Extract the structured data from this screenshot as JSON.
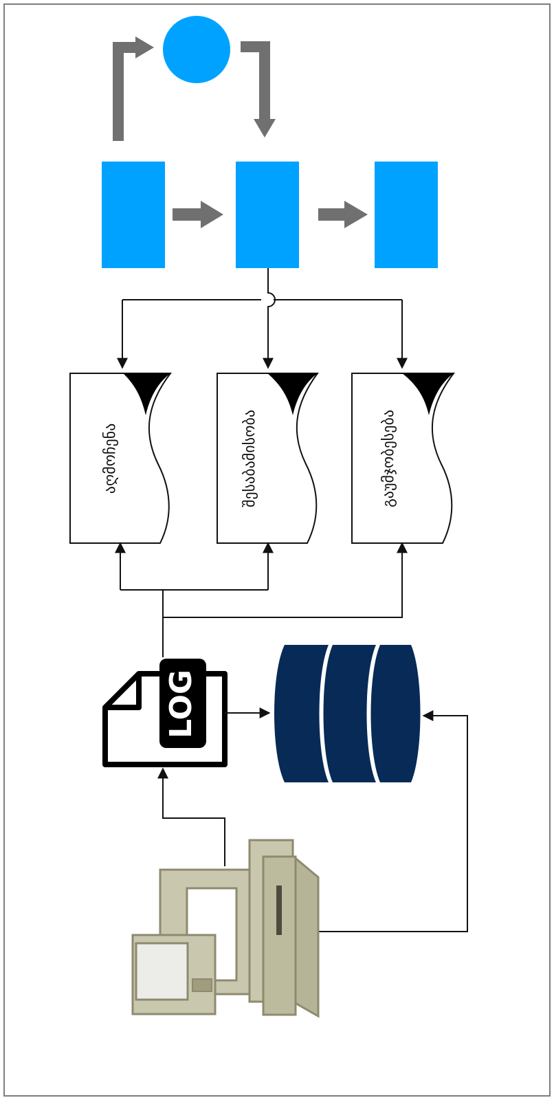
{
  "documents": [
    {
      "label": "აღმოჩენა"
    },
    {
      "label": "შესაბამისობა"
    },
    {
      "label": "გაუმჯობესება"
    }
  ],
  "log_label": "LOG",
  "icons": {
    "circle": "process-circle-icon",
    "log_file": "log-file-icon",
    "database": "database-icon",
    "computer": "computer-icon"
  },
  "colors": {
    "process_blue": "#00a2ff",
    "arrow_gray": "#707070",
    "database_navy": "#082a57",
    "computer_beige": "#c9c7ad",
    "computer_dark": "#8d8a70",
    "frame": "#7d7d7d"
  }
}
